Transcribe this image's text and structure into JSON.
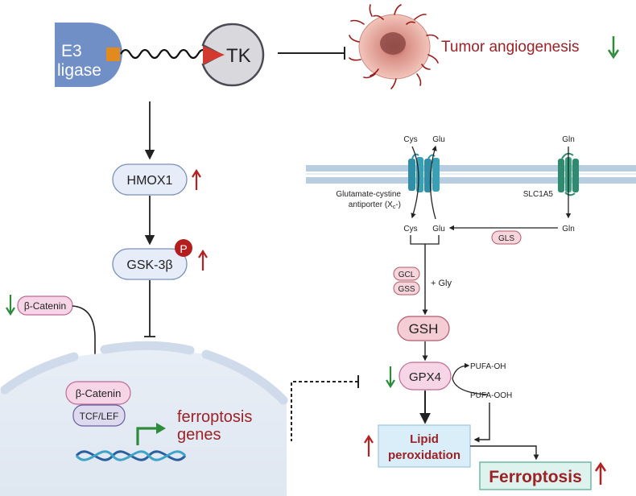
{
  "protac": {
    "e3_line1": "E3",
    "e3_line2": "ligase",
    "tk": "TK"
  },
  "tumor": {
    "label": "Tumor angiogenesis",
    "trend": "down"
  },
  "left_pathway": {
    "hmox1": "HMOX1",
    "hmox1_trend": "up",
    "gsk3b": "GSK-3β",
    "gsk3b_trend": "up",
    "phospho": "P",
    "beta_catenin_cyto": "β-Catenin",
    "beta_catenin_cyto_trend": "down",
    "beta_catenin_nuc": "β-Catenin",
    "tcf_lef": "TCF/LEF",
    "genes_line1": "ferroptosis",
    "genes_line2": "genes"
  },
  "right_pathway": {
    "cys_top": "Cys",
    "glu_top": "Glu",
    "gln_top": "Gln",
    "xc_line1": "Glutamate-cystine",
    "xc_line2": "antiporter (X",
    "xc_sub": "c",
    "xc_close": "-)",
    "slc1a5": "SLC1A5",
    "cys_bottom": "Cys",
    "glu_bottom": "Glu",
    "gln_bottom": "Gln",
    "gls": "GLS",
    "gcl": "GCL",
    "gss": "GSS",
    "plus_gly": "+ Gly",
    "gsh": "GSH",
    "gpx4": "GPX4",
    "gpx4_trend": "down",
    "pufa_oh": "PUFA-OH",
    "pufa_ooh": "PUFA-OOH",
    "lipid_line1": "Lipid",
    "lipid_line2": "peroxidation",
    "lipid_trend": "up",
    "ferroptosis": "Ferroptosis",
    "ferroptosis_trend": "up"
  },
  "colors": {
    "up_arrow": "#b22222",
    "down_arrow": "#2e8b3c",
    "dark_red_text": "#9b2226",
    "e3_blue": "#6f8fc6",
    "pill_blue": "#e6ecf8",
    "pill_pink": "#f6d6e6",
    "membrane": "#b9cde0",
    "transporter": "#2f8fa6",
    "slc_green": "#2e8b6f",
    "lipid_box": "#d9eef8",
    "ferro_box": "#def3ee"
  }
}
